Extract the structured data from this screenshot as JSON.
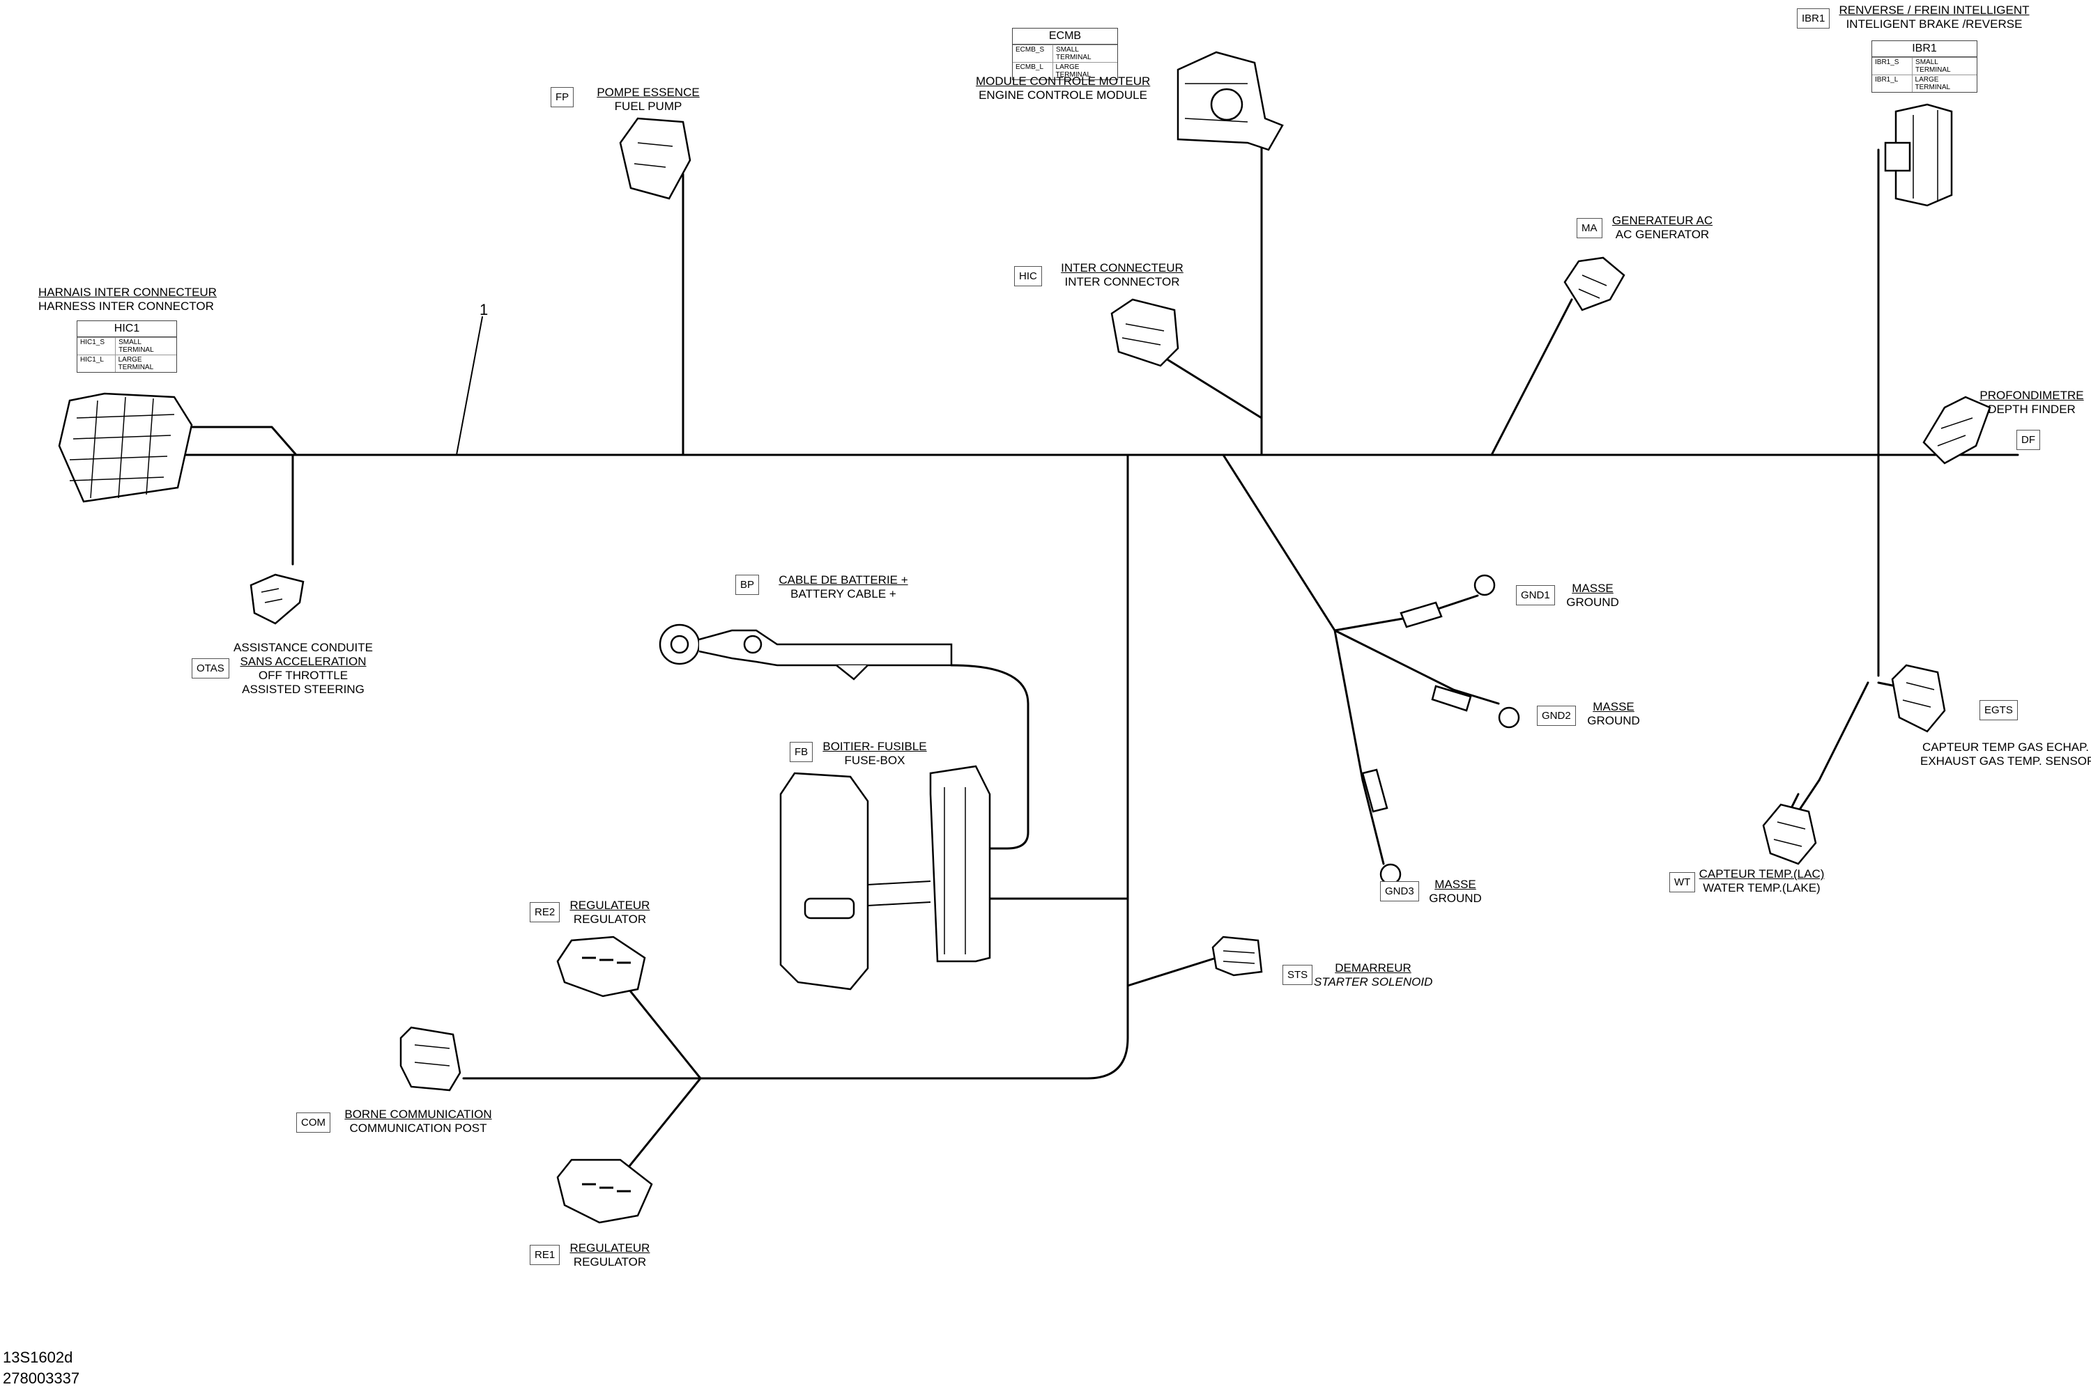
{
  "diagram": {
    "item_number": "1",
    "footer": {
      "code1": "13S1602d",
      "code2": "278003337"
    },
    "connectors": [
      {
        "code": "HIC1",
        "fr": "HARNAIS INTER CONNECTEUR",
        "en": "HARNESS INTER CONNECTOR",
        "table": {
          "header": "HIC1",
          "rows": [
            [
              "HIC1_S",
              "SMALL TERMINAL"
            ],
            [
              "HIC1_L",
              "LARGE TERMINAL"
            ]
          ]
        }
      },
      {
        "code": "FP",
        "fr": "POMPE ESSENCE",
        "en": "FUEL PUMP"
      },
      {
        "code": "ECMB",
        "fr": "MODULE CONTROLE MOTEUR",
        "en": "ENGINE CONTROLE MODULE",
        "table": {
          "header": "ECMB",
          "rows": [
            [
              "ECMB_S",
              "SMALL TERMINAL"
            ],
            [
              "ECMB_L",
              "LARGE TERMINAL"
            ]
          ]
        }
      },
      {
        "code": "IBR1",
        "fr": "RENVERSE / FREIN INTELLIGENT",
        "en": "INTELIGENT BRAKE /REVERSE",
        "table": {
          "header": "IBR1",
          "rows": [
            [
              "IBR1_S",
              "SMALL TERMINAL"
            ],
            [
              "IBR1_L",
              "LARGE TERMINAL"
            ]
          ]
        }
      },
      {
        "code": "HIC",
        "fr": "INTER CONNECTEUR",
        "en": "INTER CONNECTOR"
      },
      {
        "code": "MA",
        "fr": "GENERATEUR AC",
        "en": "AC GENERATOR"
      },
      {
        "code": "DF",
        "fr": "PROFONDIMETRE",
        "en": "DEPTH FINDER"
      },
      {
        "code": "OTAS",
        "fr": "ASSISTANCE CONDUITE SANS ACCELERATION",
        "en": "OFF THROTTLE ASSISTED STEERING",
        "fr1": "ASSISTANCE CONDUITE",
        "fr2": "SANS ACCELERATION",
        "en1": "OFF THROTTLE",
        "en2": "ASSISTED STEERING"
      },
      {
        "code": "BP",
        "fr": "CABLE DE BATTERIE +",
        "en": "BATTERY CABLE +"
      },
      {
        "code": "FB",
        "fr": "BOITIER- FUSIBLE",
        "en": "FUSE-BOX"
      },
      {
        "code": "GND1",
        "fr": "MASSE",
        "en": "GROUND"
      },
      {
        "code": "GND2",
        "fr": "MASSE",
        "en": "GROUND"
      },
      {
        "code": "GND3",
        "fr": "MASSE",
        "en": "GROUND"
      },
      {
        "code": "EGTS",
        "fr": "CAPTEUR TEMP GAS ECHAP.",
        "en": "EXHAUST GAS TEMP. SENSOR"
      },
      {
        "code": "WT",
        "fr": "CAPTEUR TEMP.(LAC)",
        "en": "WATER TEMP.(LAKE)"
      },
      {
        "code": "RE2",
        "fr": "REGULATEUR",
        "en": "REGULATOR"
      },
      {
        "code": "STS",
        "fr": "DEMARREUR",
        "en": "STARTER SOLENOID"
      },
      {
        "code": "COM",
        "fr": "BORNE COMMUNICATION",
        "en": "COMMUNICATION POST"
      },
      {
        "code": "RE1",
        "fr": "REGULATEUR",
        "en": "REGULATOR"
      }
    ]
  }
}
